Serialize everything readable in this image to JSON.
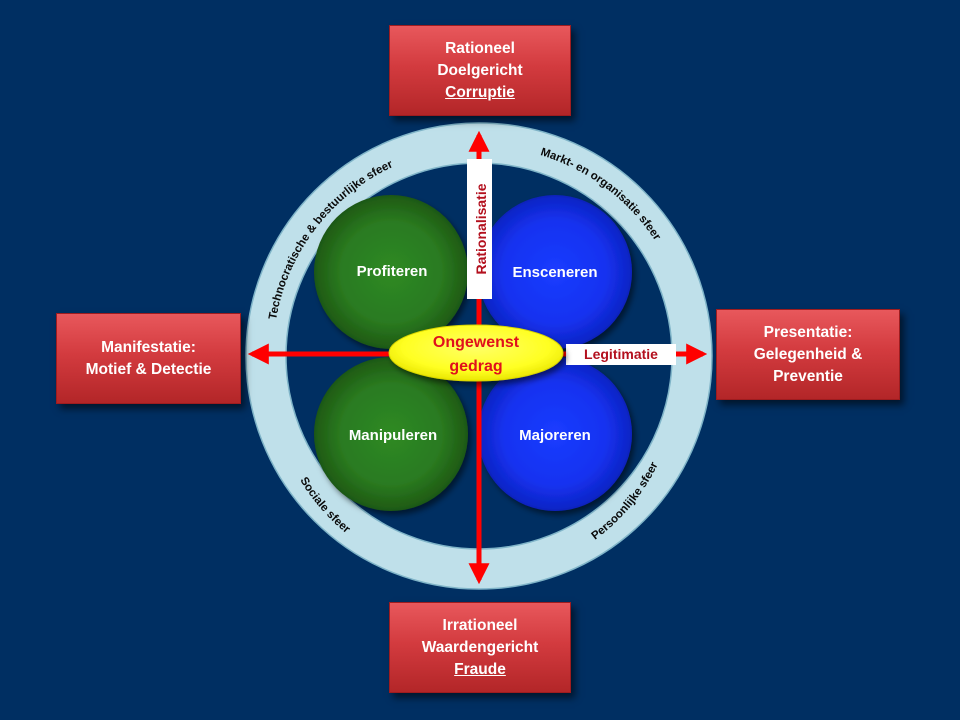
{
  "boxes": {
    "top": {
      "line1": "Rationeel",
      "line2": "Doelgericht",
      "line3": "Corruptie"
    },
    "bottom": {
      "line1": "Irrationeel",
      "line2": "Waardengericht",
      "line3": "Fraude"
    },
    "left": {
      "line1": "Manifestatie:",
      "line2": "Motief & Detectie"
    },
    "right": {
      "line1": "Presentatie:",
      "line2": "Gelegenheid &",
      "line3": "Preventie"
    }
  },
  "ring_labels": {
    "top_left": "Technocratische & bestuurlijke sfeer",
    "top_right": "Markt- en organisatie sfeer",
    "bottom_left": "Sociale sfeer",
    "bottom_right": "Persoonlijke sfeer"
  },
  "circles": {
    "profiteren": "Profiteren",
    "ensceneren": "Ensceneren",
    "manipuleren": "Manipuleren",
    "majoreren": "Majoreren"
  },
  "center": {
    "line1": "Ongewenst",
    "line2": "gedrag"
  },
  "axis_labels": {
    "vertical": "Rationalisatie",
    "horizontal": "Legitimatie"
  },
  "colors": {
    "background": "#002f62",
    "ring": "#bfe0ea",
    "box": "#d33b3f",
    "green": "#2e8a22",
    "blue": "#1b3cff",
    "center_fill": "#ffff33",
    "arrow": "#ff0000",
    "axis_label_text": "#b3101e"
  }
}
